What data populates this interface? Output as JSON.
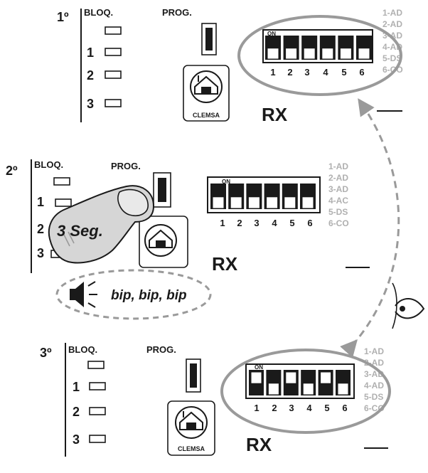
{
  "steps": [
    {
      "step_label": "1º",
      "bloq_label": "BLOQ.",
      "prog_label": "PROG.",
      "rows": [
        "1",
        "2",
        "3"
      ],
      "rx_label": "RX",
      "dip_on_label": "ON",
      "dip_numbers": [
        "1",
        "2",
        "3",
        "4",
        "5",
        "6"
      ],
      "dip_positions": [
        "off",
        "off",
        "off",
        "off",
        "off",
        "off"
      ],
      "side_labels": [
        "1-AD",
        "2-AD",
        "3-AD",
        "4-AD",
        "5-DS",
        "6-CO"
      ],
      "logo_text": "CLEMSA",
      "highlighted": true
    },
    {
      "step_label": "2º",
      "bloq_label": "BLOQ.",
      "prog_label": "PROG.",
      "rows": [
        "1",
        "2",
        "3"
      ],
      "rx_label": "RX",
      "dip_on_label": "ON",
      "dip_numbers": [
        "1",
        "2",
        "3",
        "4",
        "5",
        "6"
      ],
      "dip_positions": [
        "off",
        "off",
        "off",
        "off",
        "off",
        "off"
      ],
      "side_labels": [
        "1-AD",
        "2-AD",
        "3-AD",
        "4-AC",
        "5-DS",
        "6-CO"
      ],
      "press_label": "3 Seg.",
      "sound_label": "bip, bip, bip",
      "highlighted": false
    },
    {
      "step_label": "3º",
      "bloq_label": "BLOQ.",
      "prog_label": "PROG.",
      "rows": [
        "1",
        "2",
        "3"
      ],
      "rx_label": "RX",
      "dip_on_label": "ON",
      "dip_numbers": [
        "1",
        "2",
        "3",
        "4",
        "5",
        "6"
      ],
      "dip_positions": [
        "on",
        "off",
        "on",
        "off",
        "on",
        "off"
      ],
      "side_labels": [
        "1-AD",
        "2-AD",
        "3-AD",
        "4-AD",
        "5-DS",
        "6-CO"
      ],
      "logo_text": "CLEMSA",
      "highlighted": true
    }
  ],
  "colors": {
    "ink": "#1a1a1a",
    "highlight": "#9a9a9a",
    "faded": "#b0b0b0",
    "finger": "#d6d6d6"
  },
  "icons": {
    "sound": "speaker-icon",
    "observe": "eye-icon",
    "flow": "dashed-curved-arrow"
  }
}
